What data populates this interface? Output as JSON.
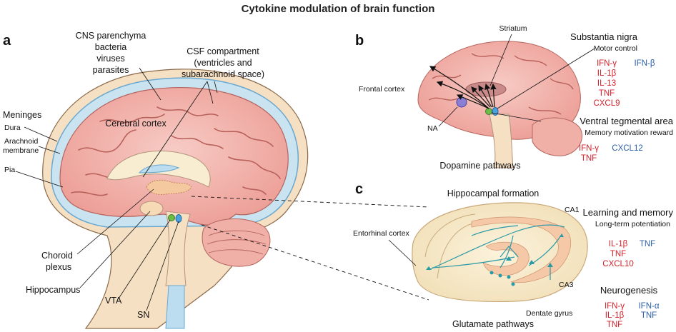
{
  "title": "Cytokine modulation of brain function",
  "panel_a": {
    "letter": "a",
    "cns_parenchyma": [
      "CNS parenchyma",
      "bacteria",
      "viruses",
      "parasites"
    ],
    "csf_compartment": [
      "CSF compartment",
      "(ventricles and",
      "subarachnoid space)"
    ],
    "cerebral_cortex": "Cerebral cortex",
    "meninges": "Meninges",
    "dura": "Dura",
    "arachnoid": [
      "Arachnoid",
      "membrane"
    ],
    "pia": "Pia",
    "choroid_plexus": [
      "Choroid",
      "plexus"
    ],
    "hippocampus": "Hippocampus",
    "vta": "VTA",
    "sn": "SN"
  },
  "panel_b": {
    "letter": "b",
    "striatum": "Striatum",
    "frontal_cortex": "Frontal cortex",
    "na": "NA",
    "substantia_nigra": "Substantia nigra",
    "motor_control": "Motor control",
    "sn_red": [
      "IFN-γ",
      "IL-1β",
      "IL-13",
      "TNF",
      "CXCL9"
    ],
    "sn_blue": [
      "IFN-β"
    ],
    "vta_title": "Ventral tegmental area",
    "vta_sub": "Memory motivation reward",
    "vta_red": [
      "IFN-γ",
      "TNF"
    ],
    "vta_blue": [
      "CXCL12"
    ],
    "caption": "Dopamine pathways"
  },
  "panel_c": {
    "letter": "c",
    "hippocampal_formation": "Hippocampal formation",
    "ca1": "CA1",
    "ca3": "CA3",
    "entorhinal": "Entorhinal cortex",
    "dentate": "Dentate gyrus",
    "caption": "Glutamate pathways",
    "learning_title": "Learning and memory",
    "learning_sub": "Long-term potentiation",
    "learning_red": [
      "IL-1β",
      "TNF",
      "CXCL10"
    ],
    "learning_blue": [
      "TNF"
    ],
    "neuro_title": "Neurogenesis",
    "neuro_red": [
      "IFN-γ",
      "IL-1β",
      "TNF"
    ],
    "neuro_blue": [
      "IFN-α",
      "TNF"
    ]
  },
  "colors": {
    "brain": "#f3b9b3",
    "brain_dark": "#c9716b",
    "csf": "#c9e3f1",
    "csf_edge": "#6aa8cf",
    "skin": "#f6e0c3",
    "red_text": "#d3202a",
    "blue_text": "#2b5fa8",
    "teal": "#2a9aa6"
  }
}
